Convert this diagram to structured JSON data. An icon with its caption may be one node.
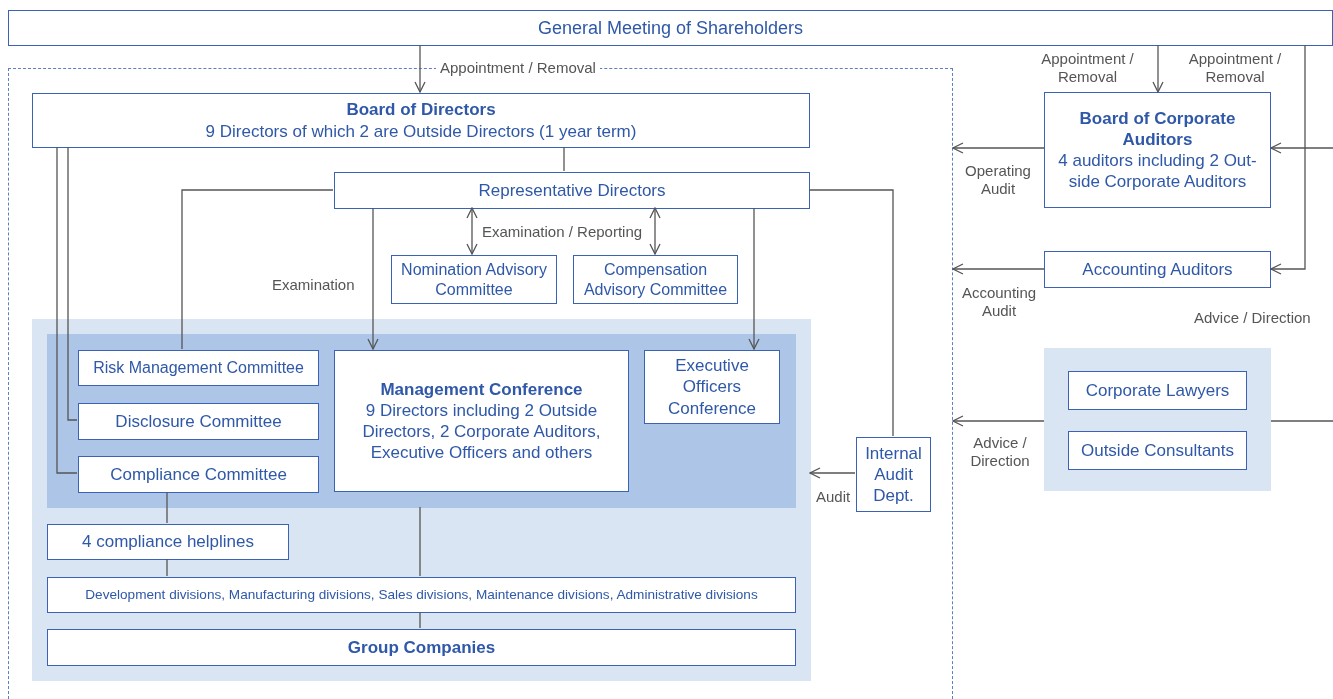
{
  "diagram": {
    "nodes": [
      {
        "text": [
          "General Meeting of Shareholders"
        ]
      },
      {
        "text": [],
        "shape": "box"
      },
      {
        "text": [
          "Board of Directors",
          "9 Directors of which 2 are Outside Directors (1 year term)"
        ],
        "in": 1
      },
      {
        "text": [
          "Representative Directors"
        ],
        "in": 1
      },
      {
        "text": [
          "Nomination Advisory Committee"
        ],
        "in": 1
      },
      {
        "text": [
          "Compensation Advisory Committee"
        ],
        "in": 1
      },
      {
        "text": [],
        "shape": "box",
        "in": 1
      },
      {
        "text": [],
        "shape": "box",
        "in": 6
      },
      {
        "text": [
          "Risk Management Committee"
        ],
        "in": 7
      },
      {
        "text": [
          "Disclosure Committee"
        ],
        "in": 7
      },
      {
        "text": [
          "Compliance Committee"
        ],
        "in": 7
      },
      {
        "text": [
          "Management Conference",
          "9 Directors including 2 Outside Directors, 2 Corporate Auditors, Executive Officers and others"
        ],
        "in": 7
      },
      {
        "text": [
          "Executive Officers Conference"
        ],
        "in": 7
      },
      {
        "text": [
          "4 compliance helplines"
        ],
        "in": 6
      },
      {
        "text": [
          "Development divisions, Manufacturing divisions, Sales divisions, Maintenance divisions, Administrative divisions"
        ],
        "in": 6
      },
      {
        "text": [
          "Group Companies"
        ],
        "in": 6
      },
      {
        "text": [
          "Internal Audit Dept."
        ],
        "in": 1
      },
      {
        "text": [
          "Board of Corporate Auditors",
          "4 auditors including 2 Out-side Corporate Auditors"
        ]
      },
      {
        "text": [
          "Accounting Auditors"
        ]
      },
      {
        "text": [],
        "shape": "box"
      },
      {
        "text": [
          "Corporate Lawyers"
        ],
        "in": 19
      },
      {
        "text": [
          "Outside Consultants"
        ],
        "in": 19
      }
    ],
    "edges": [
      {
        "from": 0,
        "to": 2,
        "arrow": "to",
        "label": "Appointment / Removal"
      },
      {
        "from": 0,
        "to": 17,
        "arrow": "to",
        "label": "Appointment / Removal"
      },
      {
        "from": 0,
        "to": 18,
        "arrow": "to",
        "label": "Appointment / Removal"
      },
      {
        "from": null,
        "to": 17,
        "arrow": "to"
      },
      {
        "from": 17,
        "to": 1,
        "arrow": "to",
        "label": "Operating Audit"
      },
      {
        "from": 18,
        "to": 1,
        "arrow": "to",
        "label": "Accounting Audit"
      },
      {
        "from": 19,
        "to": 1,
        "arrow": "to",
        "label": "Advice / Direction"
      },
      {
        "from": 19,
        "to": null,
        "arrow": "none"
      },
      {
        "from": 2,
        "to": 3,
        "arrow": "none"
      },
      {
        "from": 2,
        "to": 9,
        "arrow": "none"
      },
      {
        "from": 2,
        "to": 10,
        "arrow": "none"
      },
      {
        "from": 3,
        "to": 8,
        "arrow": "none"
      },
      {
        "from": 3,
        "to": 11,
        "arrow": "to",
        "label": "Examination"
      },
      {
        "from": 3,
        "to": 4,
        "arrow": "both",
        "label": "Examination / Reporting"
      },
      {
        "from": 3,
        "to": 5,
        "arrow": "both"
      },
      {
        "from": 3,
        "to": 12,
        "arrow": "to"
      },
      {
        "from": 3,
        "to": 16,
        "arrow": "none"
      },
      {
        "from": 16,
        "to": 6,
        "arrow": "to",
        "label": "Audit"
      },
      {
        "from": 10,
        "to": 13,
        "arrow": "none"
      },
      {
        "from": 13,
        "to": 14,
        "arrow": "none"
      },
      {
        "from": 7,
        "to": 14,
        "arrow": "none"
      },
      {
        "from": 14,
        "to": 15,
        "arrow": "none"
      }
    ],
    "labels": [
      "Advice / Direction"
    ]
  }
}
